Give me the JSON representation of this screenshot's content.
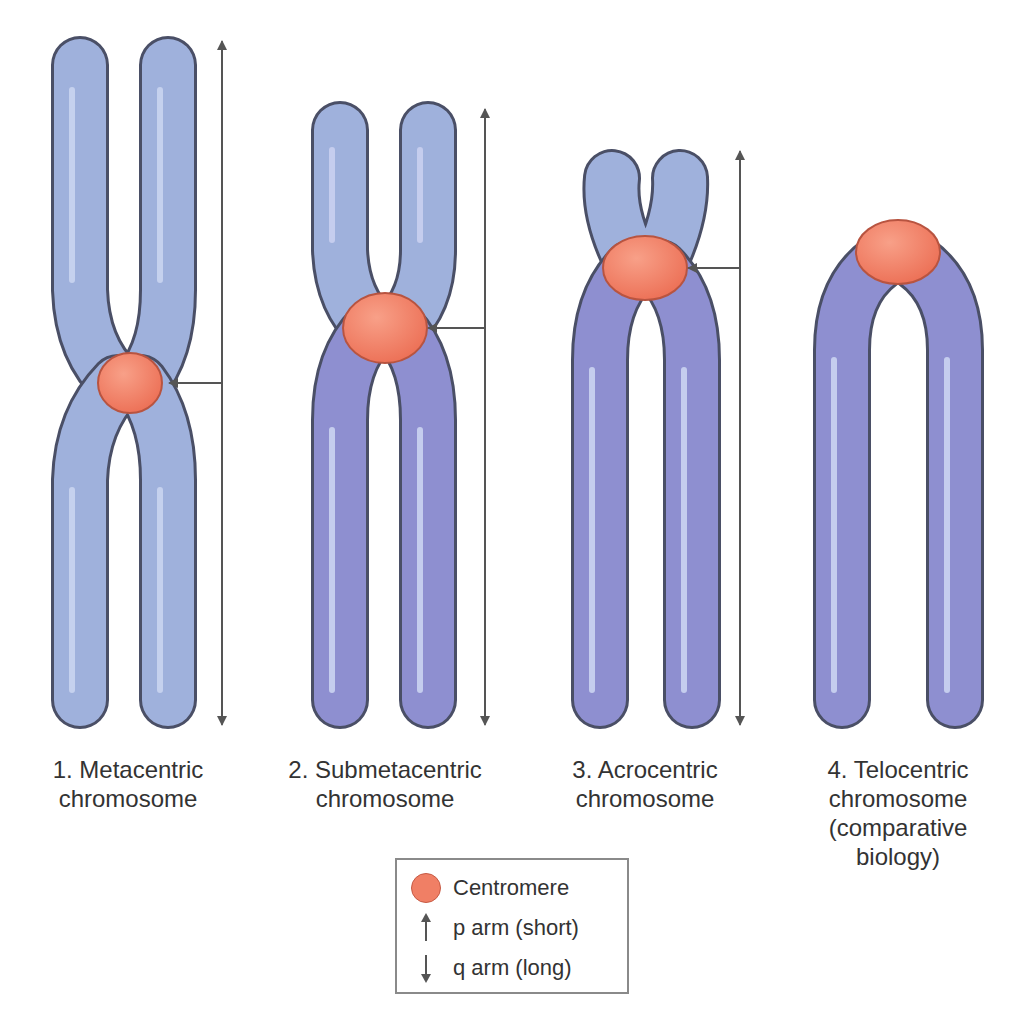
{
  "diagram": {
    "labels": [
      "1. Metacentric chromosome",
      "2. Submetacentric chromosome",
      "3. Acrocentric chromosome",
      "4. Telocentric chromosome (comparative biology)"
    ],
    "legend": [
      {
        "text": "Centromere",
        "color": "#f07f65"
      },
      {
        "text": "p arm (short)"
      },
      {
        "text": "q arm (long)"
      }
    ]
  }
}
